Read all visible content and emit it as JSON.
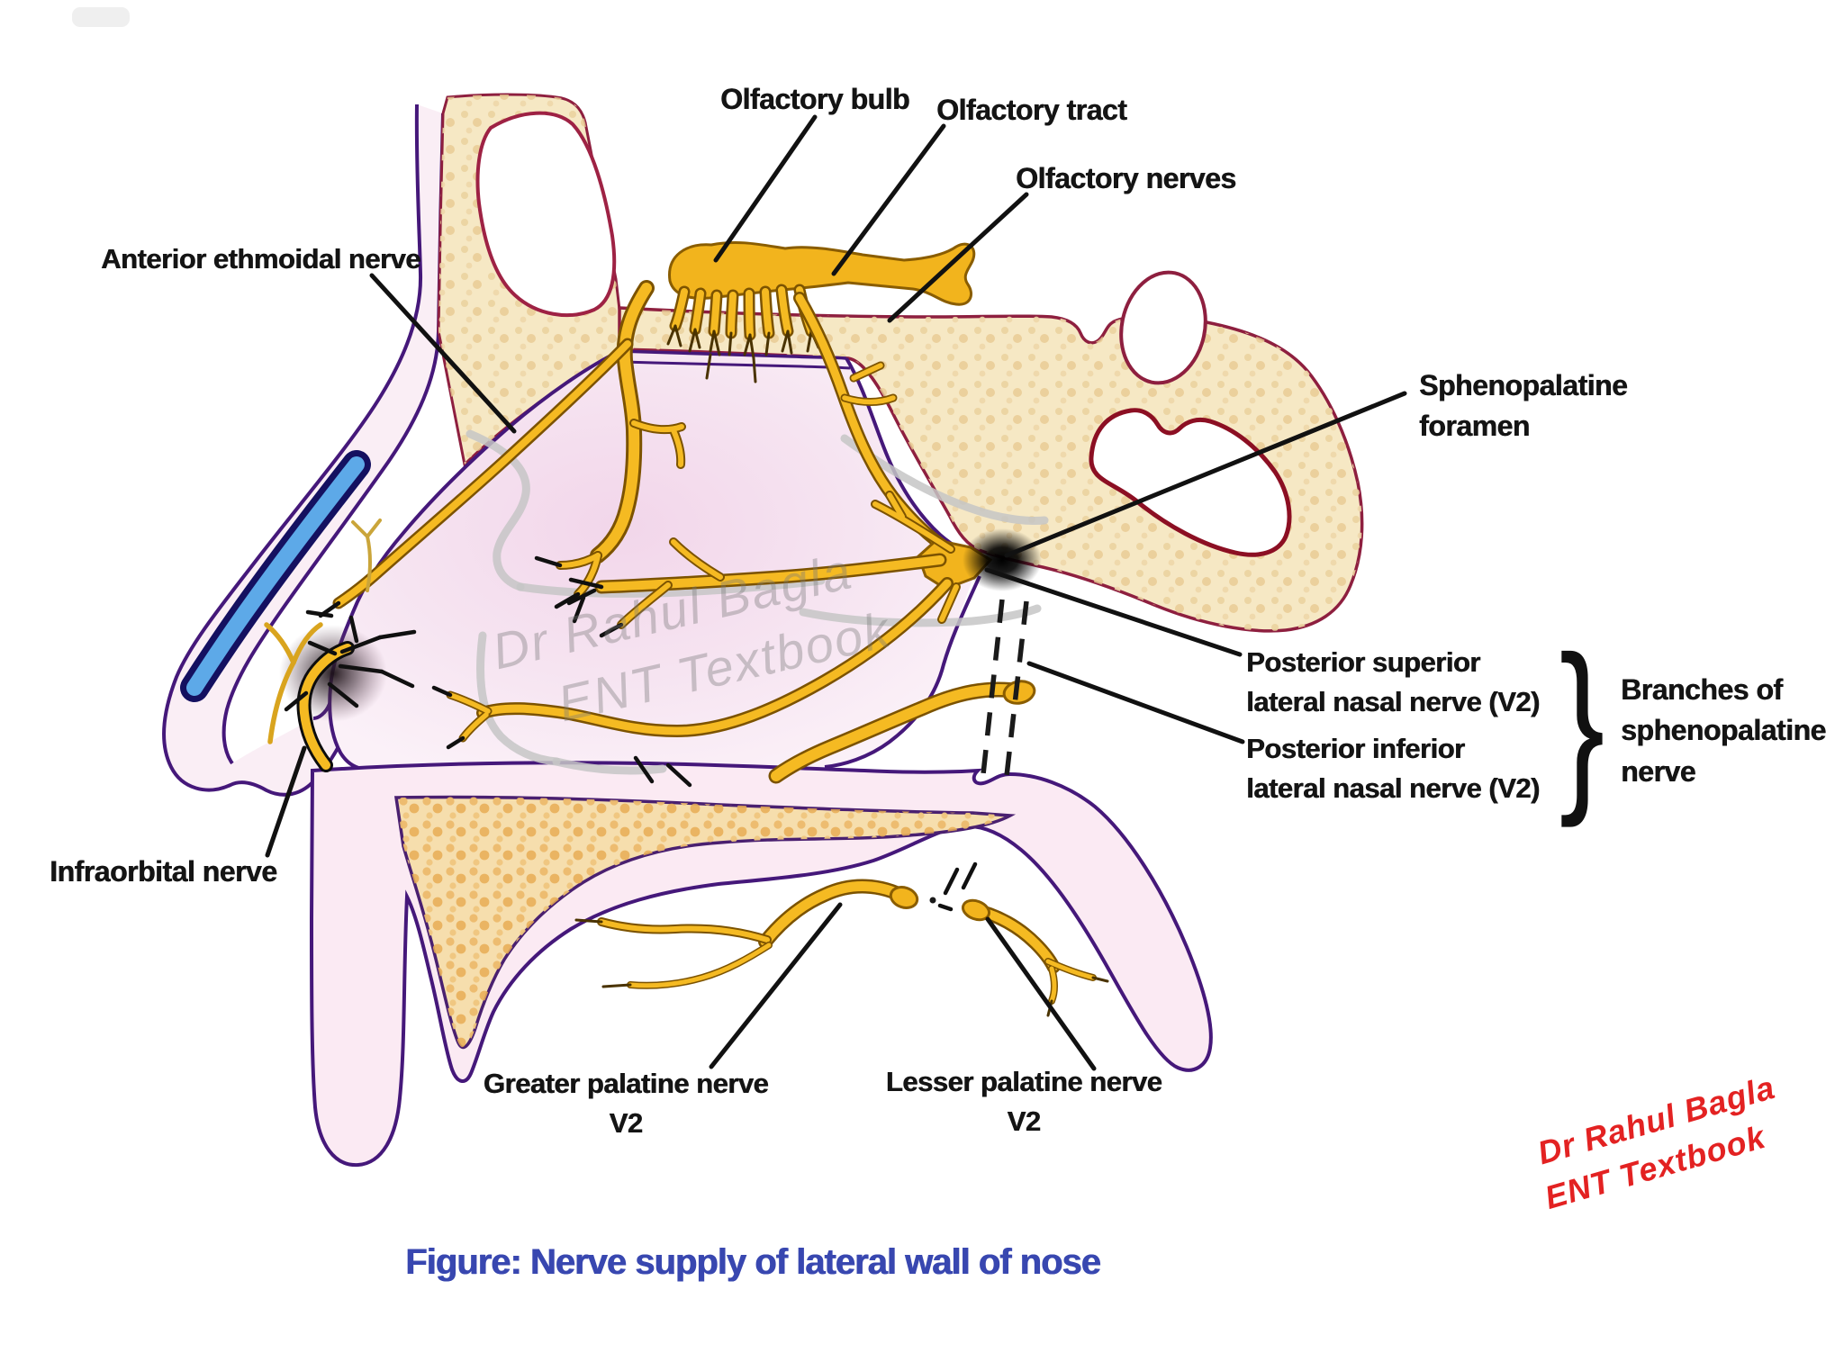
{
  "figure": {
    "title": "Figure: Nerve supply of lateral wall of nose"
  },
  "labels": {
    "olfactory_bulb": "Olfactory bulb",
    "olfactory_tract": "Olfactory tract",
    "olfactory_nerves": "Olfactory nerves",
    "anterior_ethmoidal_nerve": "Anterior ethmoidal nerve",
    "sphenopalatine_foramen_l1": "Sphenopalatine",
    "sphenopalatine_foramen_l2": "foramen",
    "posterior_superior_l1": "Posterior superior",
    "posterior_superior_l2": "lateral nasal nerve (V2)",
    "posterior_inferior_l1": "Posterior inferior",
    "posterior_inferior_l2": "lateral nasal nerve (V2)",
    "brace": "}",
    "branches_l1": "Branches of",
    "branches_l2": "sphenopalatine",
    "branches_l3": "nerve",
    "infraorbital_nerve": "Infraorbital nerve",
    "greater_palatine_l1": "Greater palatine nerve",
    "greater_palatine_l2": "V2",
    "lesser_palatine_l1": "Lesser palatine nerve",
    "lesser_palatine_l2": "V2"
  },
  "watermark_corner": {
    "line1": "Dr Rahul Bagla",
    "line2": "ENT Textbook"
  },
  "watermark_center": {
    "line1": "Dr Rahul Bagla",
    "line2": "ENT Textbook"
  },
  "colors": {
    "nerve_yellow": "#f5ba22",
    "nerve_outline": "#7c5300",
    "bone_cream": "#f6e8c4",
    "bone_outline_red": "#8e1f3f",
    "mucosa_pink": "#fbeaf3",
    "cavity_lavender": "#f3dbee",
    "outline_purple": "#45187a",
    "cartilage_blue": "#5da9e8",
    "title_blue": "#3847b0",
    "watermark_red": "#e32222",
    "label_black": "#141414"
  }
}
